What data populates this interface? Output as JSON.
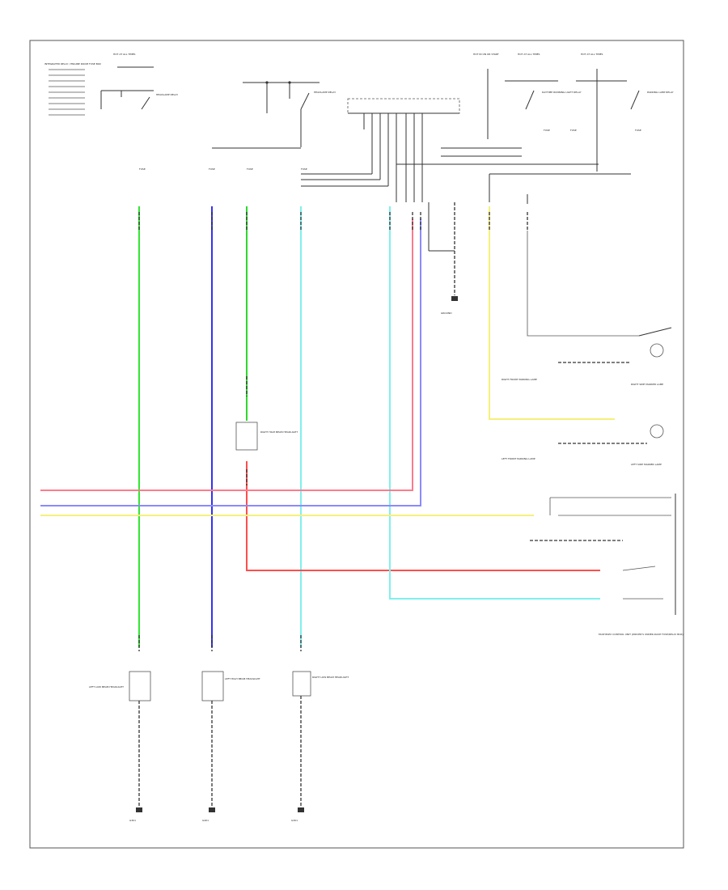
{
  "diagram": {
    "footer_code": "",
    "power_labels": [
      "HOT AT ALL TIMES",
      "HOT IN ON OR START",
      "HOT AT ALL TIMES",
      "HOT AT ALL TIMES"
    ],
    "components": {
      "relay_left": "HEADLAMP RELAY",
      "relay_center": "HEADLAMP RELAY",
      "relay_right_a": "DAYTIME RUNNING LIGHT RELAY",
      "relay_right_b": "PARKING LAMP RELAY",
      "top_left_note": "INTEGRATED RELAY / ENGINE ROOM FUSE BOX",
      "ground_center": "GROUND",
      "right_side_marker": "RIGHT SIDE MARKER LAMP",
      "right_park": "RIGHT FRONT PARKING LAMP",
      "left_park": "LEFT FRONT PARKING LAMP",
      "left_side_marker": "LEFT SIDE MARKER LAMP",
      "multiplex_unit": "MULTIPLEX CONTROL UNIT (DRIVER'S UNDER-DASH FUSE/RELAY BOX)",
      "right_hl_mid": "RIGHT HIGH BEAM HEADLIGHT",
      "left_lo": "LEFT LOW BEAM HEADLIGHT",
      "left_hi": "LEFT HIGH BEAM HEADLIGHT",
      "right_lo": "RIGHT LOW BEAM HEADLIGHT",
      "ground_1": "G301",
      "ground_2": "G401",
      "ground_3": "G301"
    },
    "wire_colors": {
      "green": "#33e633",
      "blue": "#3333ee",
      "green2": "#2ed92e",
      "cyan": "#7ff0ee",
      "red": "#ff4d4d",
      "pink": "#ff7a8c",
      "violet": "#8a8aff",
      "yellow": "#f5f07a"
    }
  }
}
